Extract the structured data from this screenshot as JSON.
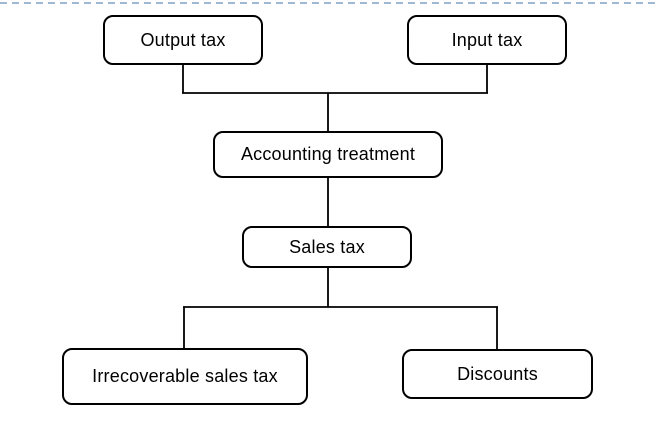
{
  "diagram": {
    "type": "flowchart",
    "nodes": {
      "output_tax": {
        "label": "Output tax"
      },
      "input_tax": {
        "label": "Input tax"
      },
      "accounting_treatment": {
        "label": "Accounting treatment"
      },
      "sales_tax": {
        "label": "Sales tax"
      },
      "irrecoverable_sales_tax": {
        "label": "Irrecoverable sales tax"
      },
      "discounts": {
        "label": "Discounts"
      }
    },
    "connections": [
      {
        "from": "Output tax",
        "to": "Accounting treatment"
      },
      {
        "from": "Input tax",
        "to": "Accounting treatment"
      },
      {
        "from": "Accounting treatment",
        "to": "Sales tax"
      },
      {
        "from": "Sales tax",
        "to": "Irrecoverable sales tax"
      },
      {
        "from": "Sales tax",
        "to": "Discounts"
      }
    ],
    "colors": {
      "node_border": "#000000",
      "node_fill": "#ffffff",
      "text": "#000000",
      "connector": "#000000",
      "top_guide_line": "#9fb9d4",
      "background": "#ffffff"
    }
  }
}
